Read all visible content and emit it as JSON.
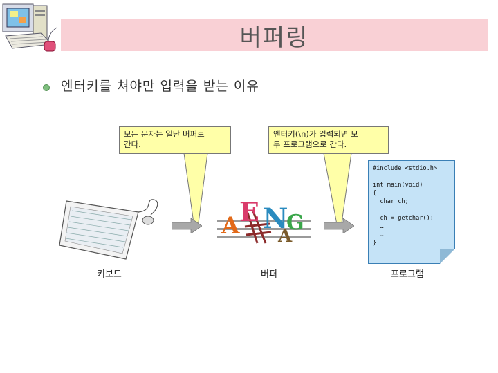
{
  "slide": {
    "title": "버퍼링",
    "bullet": "엔터키를 쳐야만 입력을 받는 이유"
  },
  "callouts": [
    {
      "line1": "모든 문자는 일단 버퍼로",
      "line2": "간다."
    },
    {
      "line1": "엔터키(\\n)가 입력되면 모",
      "line2": "두 프로그램으로 간다."
    }
  ],
  "code": {
    "lines": [
      "#include <stdio.h>",
      "",
      "int main(void)",
      "{",
      "  char ch;",
      "",
      "  ch = getchar();",
      "  …",
      "  …",
      "}"
    ]
  },
  "buffer_letters": [
    "A",
    "E",
    "N",
    "G",
    "A"
  ],
  "labels": {
    "keyboard": "키보드",
    "buffer": "버퍼",
    "program": "프로그램"
  },
  "colors": {
    "title_band": "#f9d0d5",
    "callout_fill": "#ffffa8",
    "code_page_fill": "#c5e3f7",
    "arrow_gray": "#a8a8a8"
  }
}
